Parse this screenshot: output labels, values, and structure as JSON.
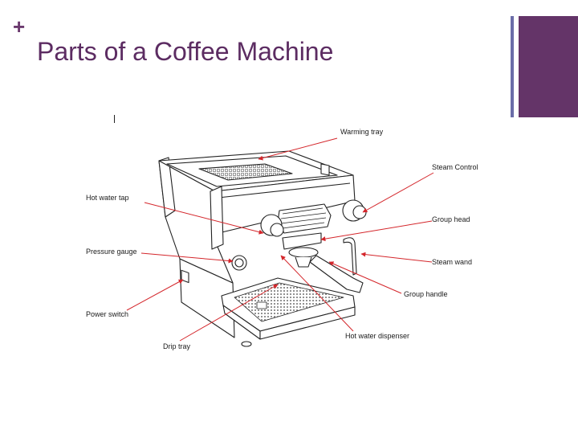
{
  "slide": {
    "bullet": "+",
    "title": "Parts of a Coffee Machine"
  },
  "colors": {
    "title": "#5c2c62",
    "accent_block": "#643468",
    "accent_line": "#6b6da8",
    "arrow": "#d4262b"
  },
  "diagram": {
    "labels": {
      "warming_tray": "Warming tray",
      "steam_control": "Steam Control",
      "hot_water_tap": "Hot water tap",
      "group_head": "Group head",
      "pressure_gauge": "Pressure gauge",
      "steam_wand": "Steam wand",
      "group_handle": "Group handle",
      "power_switch": "Power switch",
      "drip_tray": "Drip tray",
      "hot_water_dispenser": "Hot water dispenser"
    }
  }
}
